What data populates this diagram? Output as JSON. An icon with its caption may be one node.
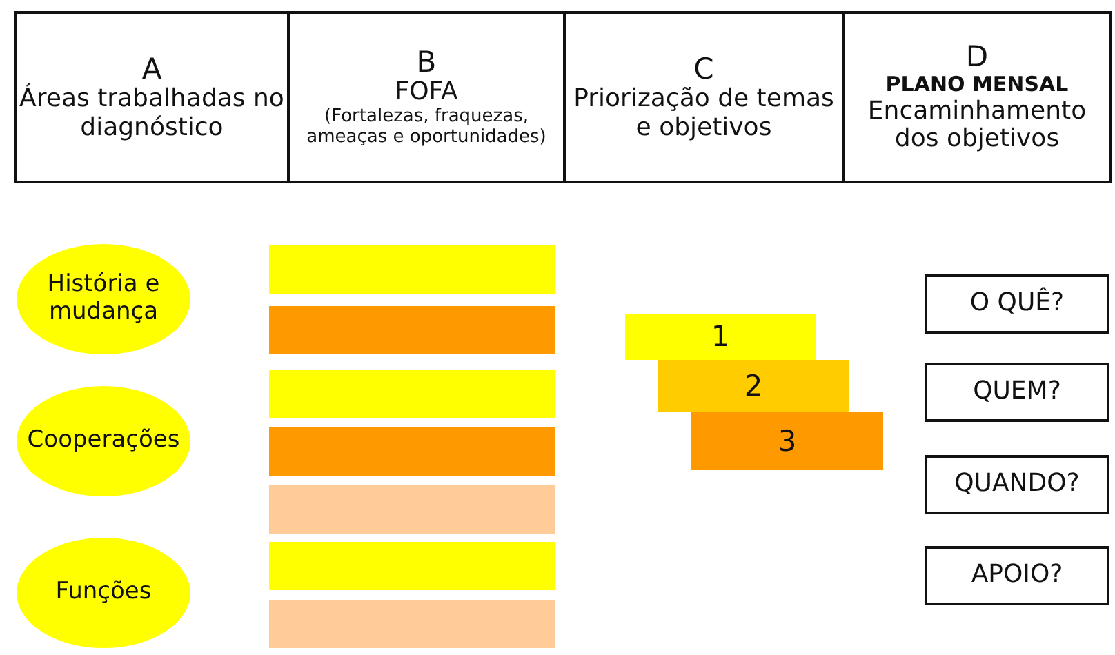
{
  "diagram": {
    "nodes": [
      {
        "text": [
          "A",
          "Áreas trabalhadas no diagnóstico"
        ]
      },
      {
        "text": [
          "B",
          "FOFA",
          "(Fortalezas, fraquezas, ameaças e oportunidades)"
        ]
      },
      {
        "text": [
          "C",
          "Priorização de temas e objetivos"
        ]
      },
      {
        "text": [
          "D",
          "PLANO MENSAL",
          "Encaminhamento dos objetivos"
        ]
      },
      {
        "text": [
          "História e mudança"
        ]
      },
      {
        "text": [
          "Cooperações"
        ]
      },
      {
        "text": [
          "Funções"
        ]
      },
      {
        "text": [],
        "shape": "bar"
      },
      {
        "text": [],
        "shape": "bar"
      },
      {
        "text": [],
        "shape": "bar"
      },
      {
        "text": [],
        "shape": "bar"
      },
      {
        "text": [],
        "shape": "bar"
      },
      {
        "text": [],
        "shape": "bar"
      },
      {
        "text": [],
        "shape": "bar"
      },
      {
        "text": [
          "1"
        ]
      },
      {
        "text": [
          "2"
        ]
      },
      {
        "text": [
          "3"
        ]
      },
      {
        "text": [
          "O QUÊ?"
        ]
      },
      {
        "text": [
          "QUEM?"
        ]
      },
      {
        "text": [
          "QUANDO?"
        ]
      },
      {
        "text": [
          "APOIO?"
        ]
      }
    ]
  }
}
